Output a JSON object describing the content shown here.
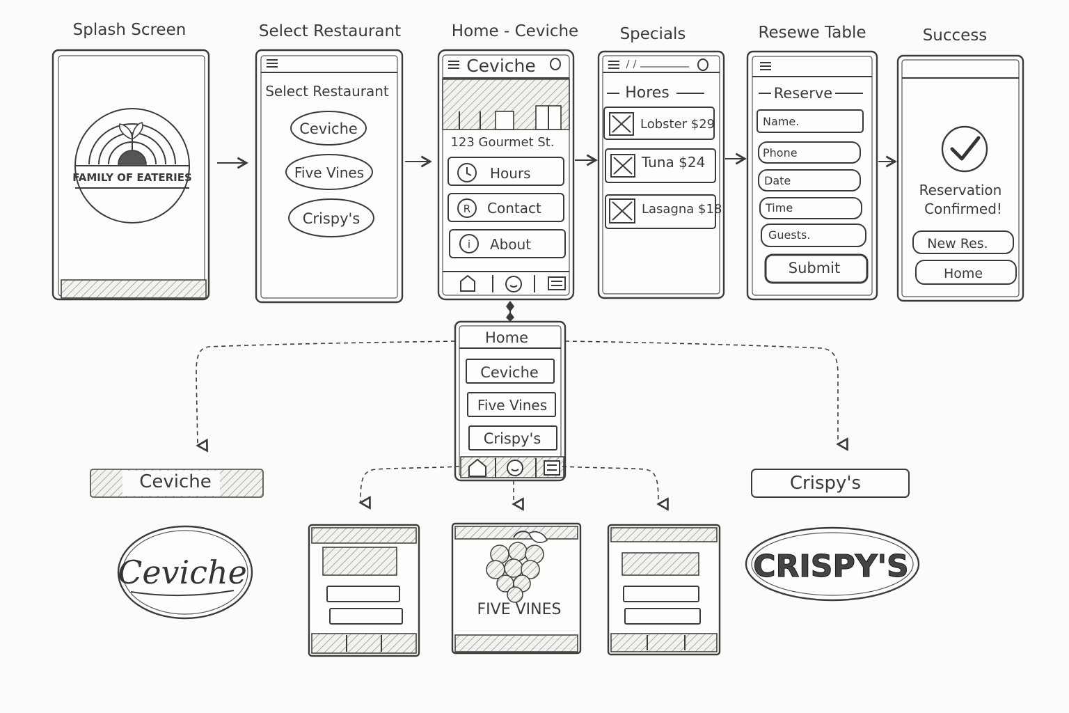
{
  "screens": {
    "splash": {
      "title": "Splash Screen",
      "logo_text": "FAMILY OF EATERIES"
    },
    "select": {
      "title": "Select Restaurant",
      "heading": "Select Restaurant",
      "options": [
        "Ceviche",
        "Five Vines",
        "Crispy's"
      ]
    },
    "home_ceviche": {
      "title": "Home - Ceviche",
      "app_title": "Ceviche",
      "address": "123 Gourmet St.",
      "buttons": [
        "Hours",
        "Contact",
        "About"
      ]
    },
    "specials": {
      "title": "Specials",
      "heading": "Hores",
      "items": [
        {
          "label": "Lobster $29"
        },
        {
          "label": "Tuna $24"
        },
        {
          "label": "Lasagna $18"
        }
      ]
    },
    "reserve": {
      "title": "Resewe Table",
      "heading": "Reserve",
      "fields": [
        "Name.",
        "Phone",
        "Date",
        "Time",
        "Guests."
      ],
      "submit_label": "Submit"
    },
    "success": {
      "title": "Success",
      "message_line1": "Reservation",
      "message_line2": "Confirmed!",
      "new_res_label": "New Res.",
      "home_label": "Home"
    }
  },
  "home_hub": {
    "title": "Home",
    "options": [
      "Ceviche",
      "Five Vines",
      "Crispy's"
    ]
  },
  "brands": {
    "ceviche_banner": "Ceviche",
    "ceviche_logo": "Ceviche",
    "crispys_banner": "Crispy's",
    "crispys_logo": "CRISPY'S",
    "five_vines_logo": "FIVE VINES"
  },
  "icons": {
    "menu": "hamburger-icon",
    "clock": "clock-icon",
    "contact": "r-circle-icon",
    "about": "info-circle-icon",
    "home": "home-icon",
    "smile": "smile-icon",
    "list": "list-icon",
    "check": "checkmark-icon",
    "close": "x-box-icon",
    "grapes": "grapes-icon",
    "sprout": "sprout-icon"
  }
}
